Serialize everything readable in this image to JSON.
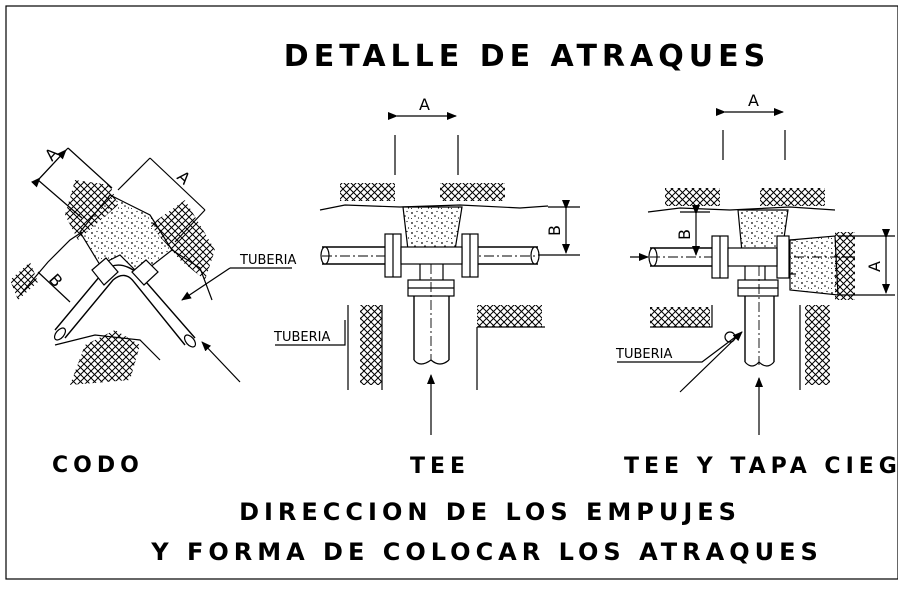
{
  "title": "DETALLE DE ATRAQUES",
  "labels": {
    "dim_a": "A",
    "dim_b": "B",
    "pipe": "TUBERIA"
  },
  "captions": {
    "codo": "CODO",
    "tee": "TEE",
    "tee_tapa": "TEE Y TAPA CIEGA"
  },
  "footer": {
    "line1": "DIRECCION DE LOS EMPUJES",
    "line2": "Y FORMA DE COLOCAR LOS ATRAQUES"
  }
}
